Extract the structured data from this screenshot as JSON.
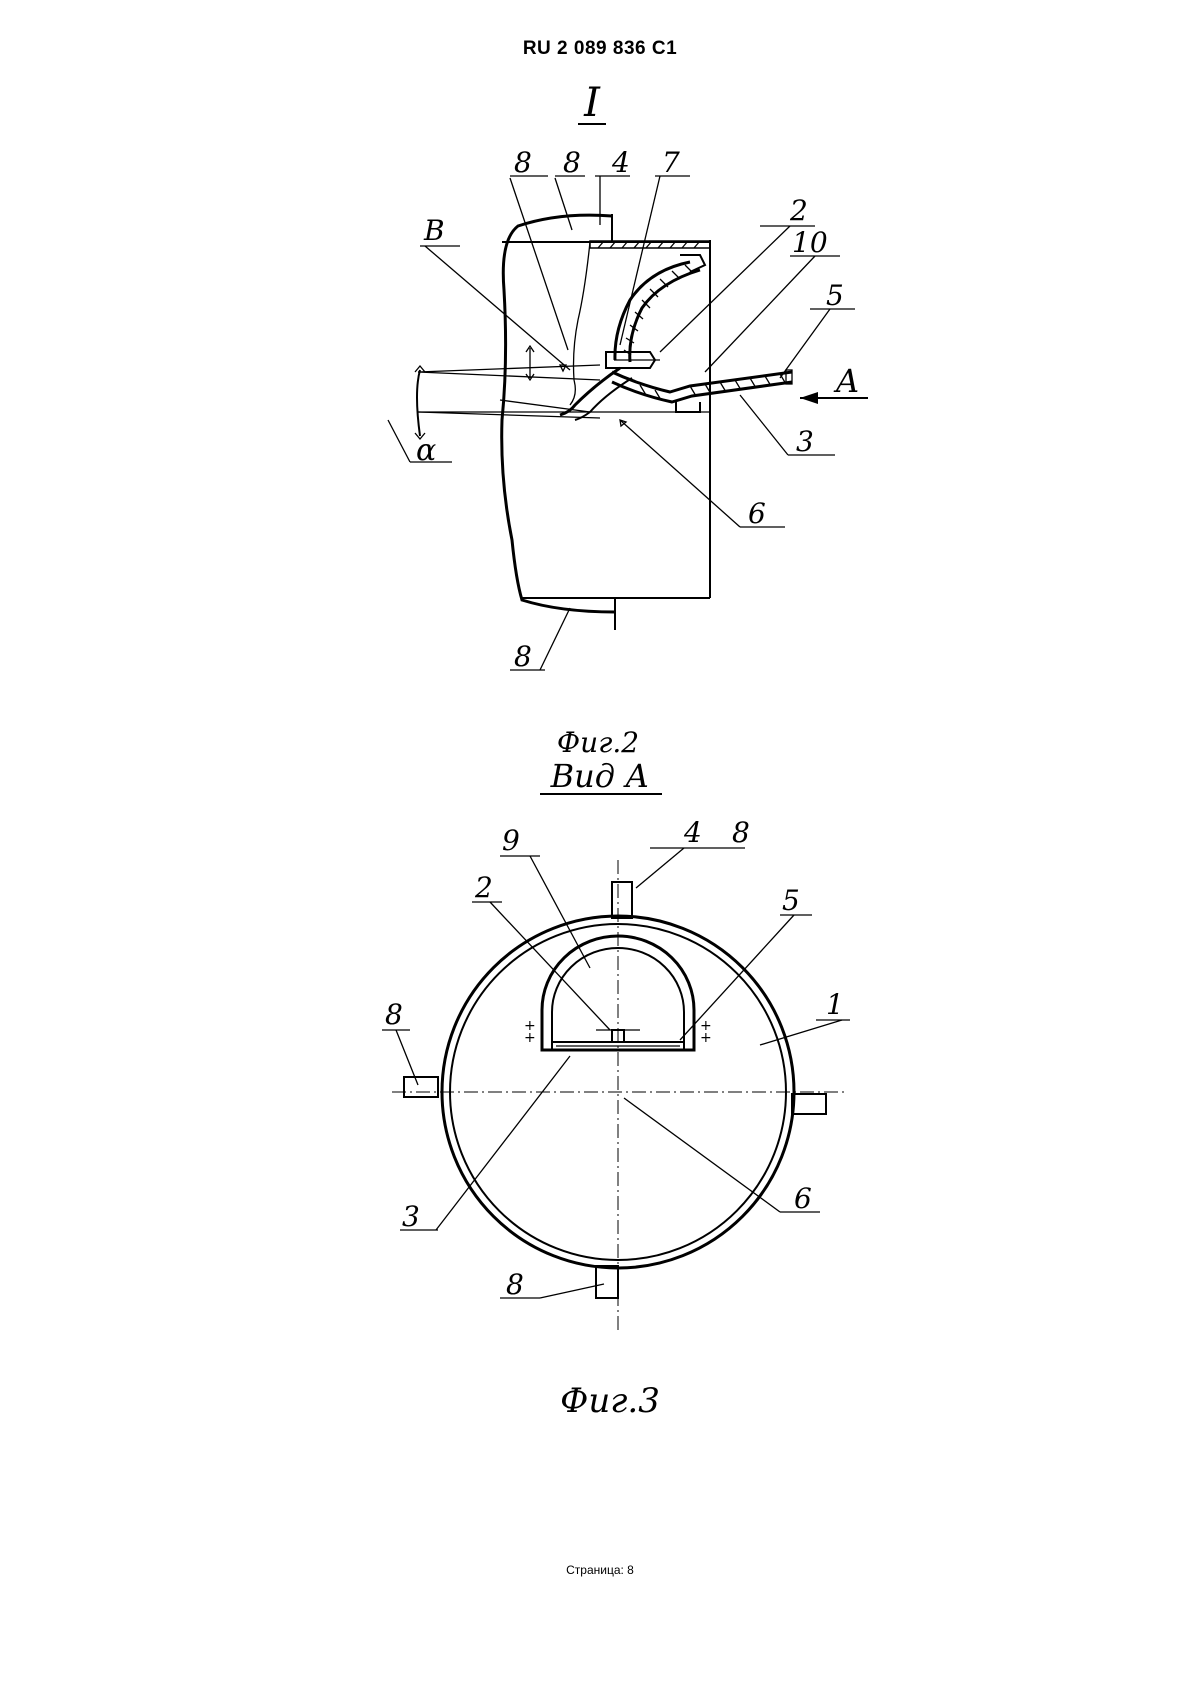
{
  "document": {
    "header": "RU   2 089 836  C1",
    "footer": "Страница: 8"
  },
  "figure2": {
    "section_label": "I",
    "caption": "Фиг.2",
    "callouts": {
      "c8a": "8",
      "c8b": "8",
      "c4": "4",
      "c7": "7",
      "c2": "2",
      "c10": "10",
      "cB": "B",
      "c5": "5",
      "cA": "A",
      "c3": "3",
      "calpha": "α",
      "c6": "6",
      "c8c": "8"
    }
  },
  "figure3": {
    "view_label": "Вид А",
    "caption": "Фиг.3",
    "callouts": {
      "c9": "9",
      "c4": "4",
      "c8a": "8",
      "c2": "2",
      "c5": "5",
      "c8b": "8",
      "c1": "1",
      "c3": "3",
      "c6": "6",
      "c8c": "8"
    }
  }
}
